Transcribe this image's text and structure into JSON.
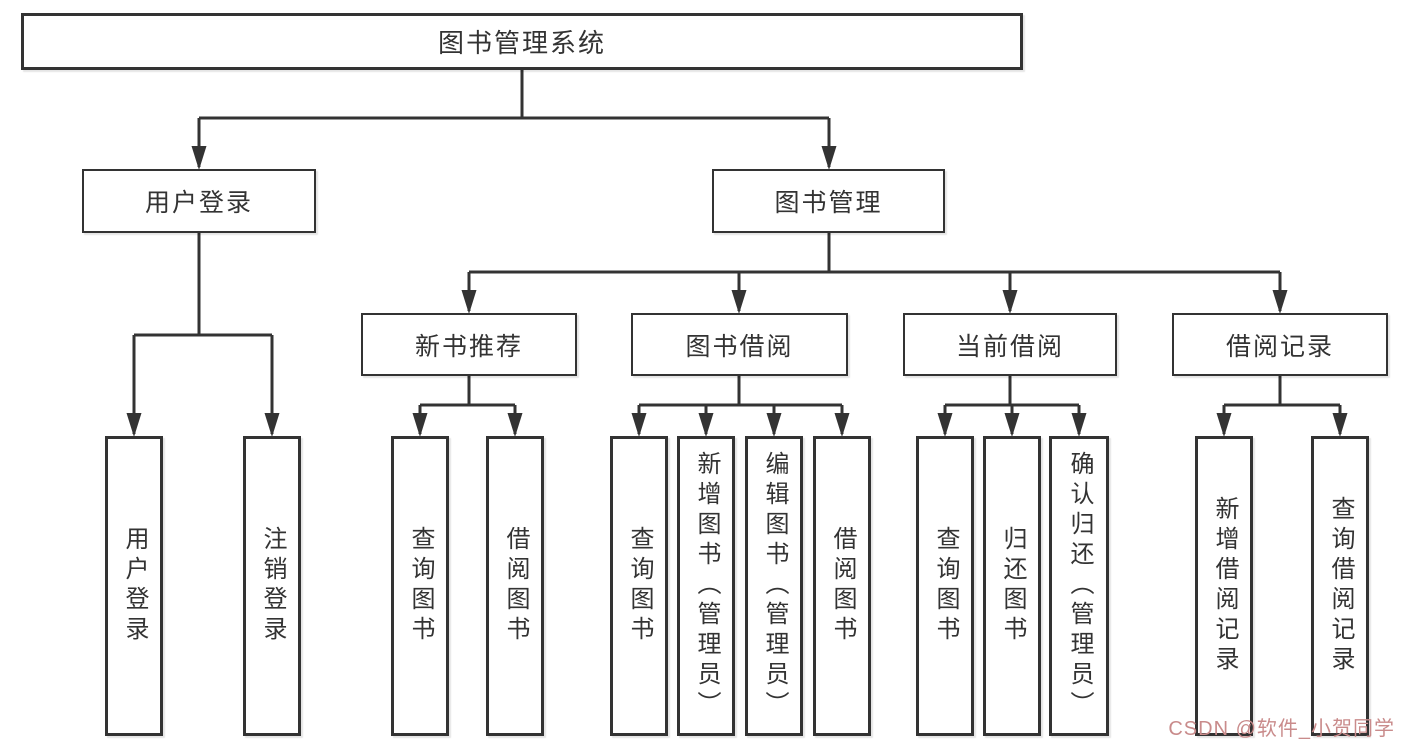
{
  "tree": {
    "root": {
      "label": "图书管理系统"
    },
    "branches": [
      {
        "label": "用户登录",
        "children": [
          "用户登录",
          "注销登录"
        ]
      },
      {
        "label": "图书管理",
        "groups": [
          {
            "label": "新书推荐",
            "children": [
              "查询图书",
              "借阅图书"
            ]
          },
          {
            "label": "图书借阅",
            "children": [
              "查询图书",
              "新增图书（管理员）",
              "编辑图书（管理员）",
              "借阅图书"
            ]
          },
          {
            "label": "当前借阅",
            "children": [
              "查询图书",
              "归还图书",
              "确认归还（管理员）"
            ]
          },
          {
            "label": "借阅记录",
            "children": [
              "新增借阅记录",
              "查询借阅记录"
            ]
          }
        ]
      }
    ]
  },
  "watermark": {
    "text": "CSDN @软件_小贺同学",
    "color": "#c98b8b"
  },
  "colors": {
    "line": "#333333",
    "border": "#333333",
    "text": "#333333",
    "background": "#ffffff"
  }
}
